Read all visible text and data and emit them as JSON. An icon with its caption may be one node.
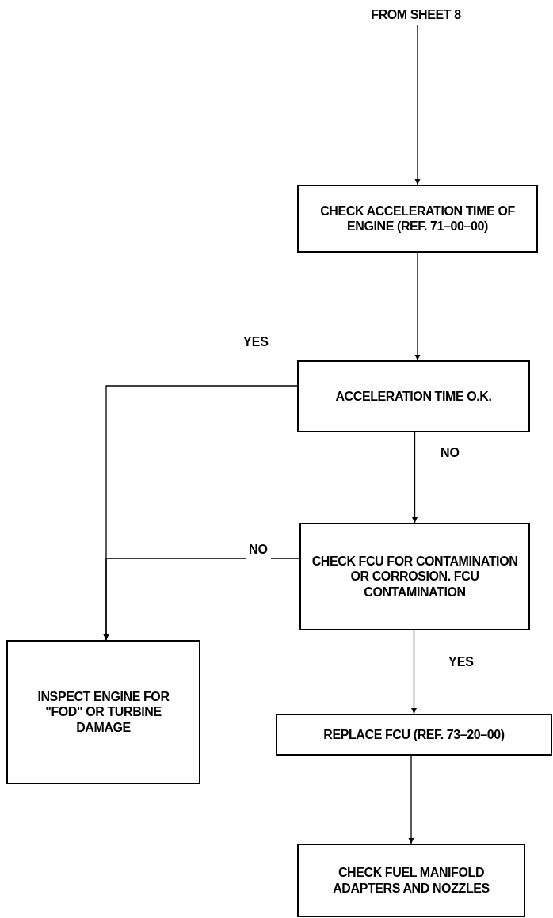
{
  "diagram": {
    "nodes": [
      {
        "text": [
          "FROM SHEET 8"
        ]
      },
      {
        "text": [
          "CHECK ACCELERATION TIME OF ENGINE (REF. 71–00–00)"
        ]
      },
      {
        "text": [
          "ACCELERATION TIME O.K."
        ]
      },
      {
        "text": [
          "CHECK FCU FOR CONTAMINATION OR CORROSION. FCU CONTAMINATION"
        ]
      },
      {
        "text": [
          "INSPECT ENGINE FOR \"FOD\" OR TURBINE DAMAGE"
        ]
      },
      {
        "text": [
          "REPLACE FCU (REF. 73–20–00)"
        ]
      },
      {
        "text": [
          "CHECK FUEL MANIFOLD ADAPTERS AND NOZZLES"
        ]
      }
    ],
    "edges": [
      {
        "from": 0,
        "to": 1,
        "arrow": "to"
      },
      {
        "from": 1,
        "to": 2,
        "arrow": "to"
      },
      {
        "from": 2,
        "to": 4,
        "arrow": "to",
        "label": "YES"
      },
      {
        "from": 2,
        "to": 3,
        "arrow": "to",
        "label": "NO"
      },
      {
        "from": 3,
        "to": 4,
        "arrow": "to",
        "label": "NO"
      },
      {
        "from": 3,
        "to": 5,
        "arrow": "to",
        "label": "YES"
      },
      {
        "from": 5,
        "to": 6,
        "arrow": "to"
      }
    ]
  }
}
